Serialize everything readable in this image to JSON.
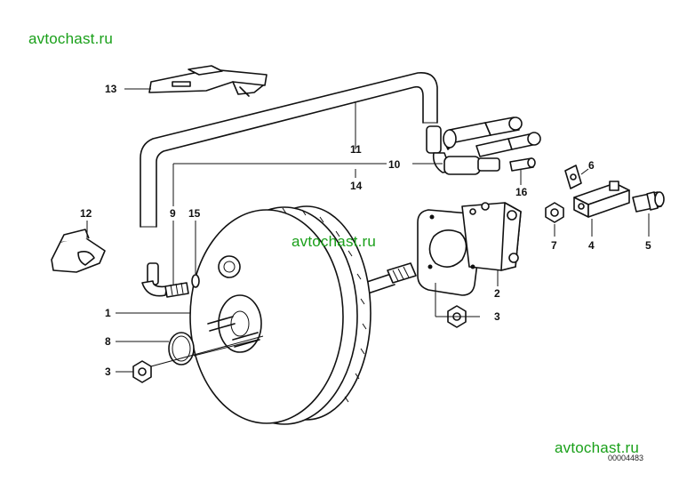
{
  "watermarks": [
    "avtochast.ru",
    "avtochast.ru",
    "avtochast.ru"
  ],
  "document_id": "00004483",
  "callouts": {
    "c1": "1",
    "c2": "2",
    "c3a": "3",
    "c3b": "3",
    "c4": "4",
    "c5": "5",
    "c6": "6",
    "c7": "7",
    "c8": "8",
    "c9": "9",
    "c10": "10",
    "c11": "11",
    "c12": "12",
    "c13": "13",
    "c14": "14",
    "c15": "15",
    "c16": "16"
  }
}
